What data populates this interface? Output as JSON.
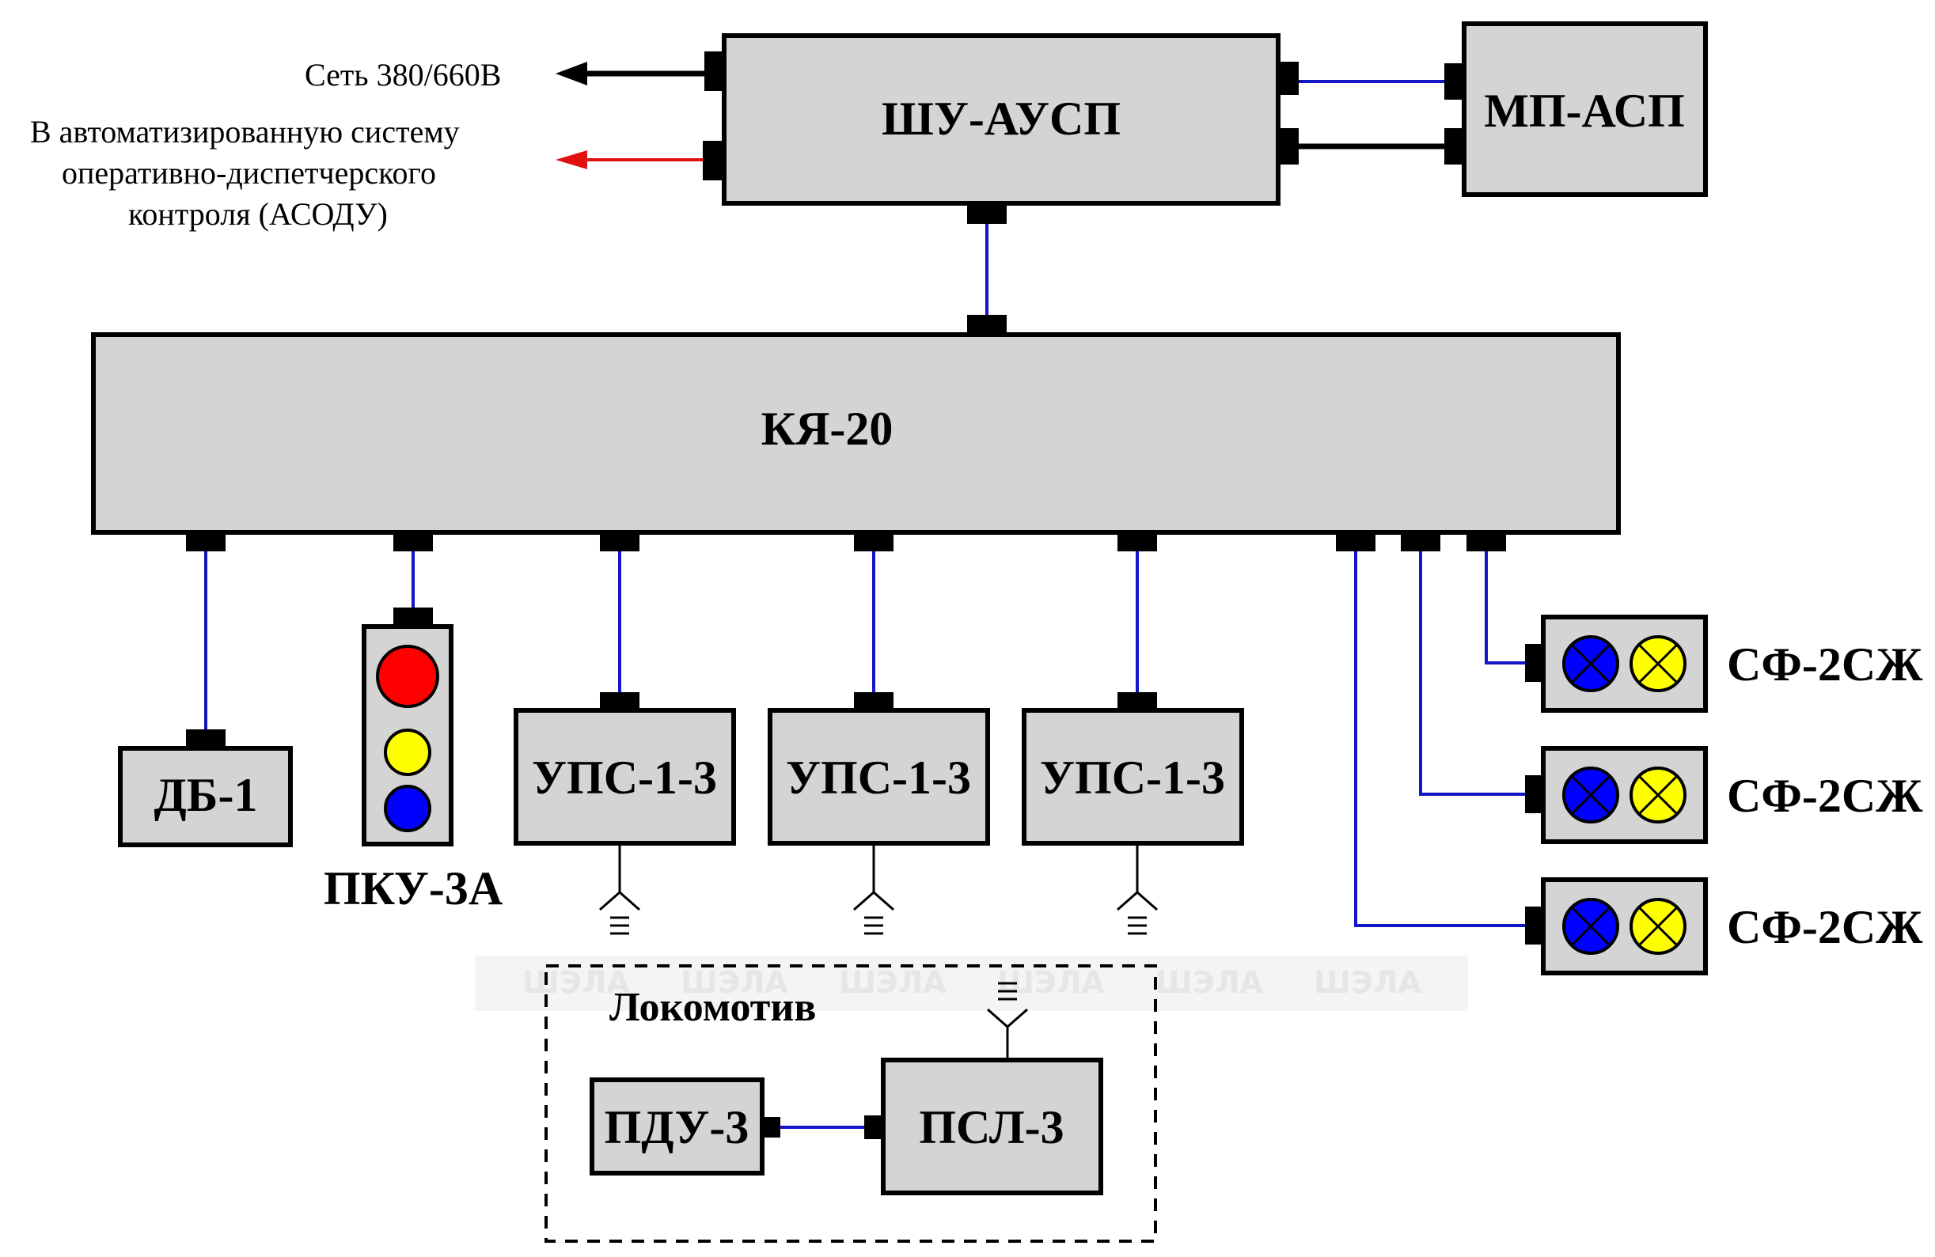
{
  "blocks": {
    "shu": "ШУ-АУСП",
    "mp": "МП-АСП",
    "kya": "КЯ-20",
    "db": "ДБ-1",
    "pku": "ПКУ-3А",
    "ups": [
      "УПС-1-3",
      "УПС-1-3",
      "УПС-1-3"
    ],
    "sf": [
      "СФ-2СЖ",
      "СФ-2СЖ",
      "СФ-2СЖ"
    ],
    "pdu": "ПДУ-3",
    "psl": "ПСЛ-3"
  },
  "labels": {
    "network": "Сеть 380/660В",
    "asodu": [
      "В автоматизированную систему",
      "оперативно-диспетчерского",
      "контроля (АСОДУ)"
    ],
    "locomotive": "Локомотив"
  },
  "watermark": "ШЭЛА",
  "colors": {
    "box_fill": "#d4d4d4",
    "wire_blue": "#1515c8",
    "arrow_red": "#e01010",
    "lamp_red": "#ff0000",
    "lamp_yellow": "#ffff00",
    "lamp_blue": "#0000ff"
  }
}
